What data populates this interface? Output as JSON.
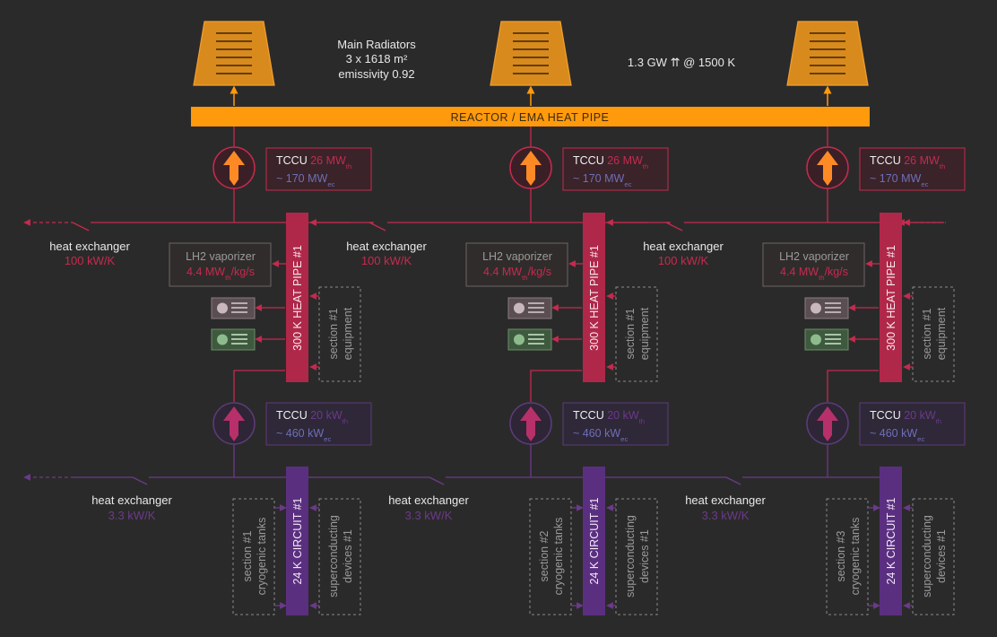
{
  "colors": {
    "background": "#2b2a2a",
    "orange": "#ff9a0d",
    "radiator_fill": "#d98a1c",
    "red_circuit": "#c42b4f",
    "purple_circuit": "#6b3a8a",
    "blue_text": "#6e6fb8",
    "grey": "#9a9a9a"
  },
  "header": {
    "radiators_line1": "Main Radiators",
    "radiators_line2": "3 x 1618 m²",
    "radiators_line3": "emissivity 0.92",
    "power": "1.3 GW ⇈ @ 1500 K"
  },
  "reactor_pipe_label": "REACTOR / EMA HEAT PIPE",
  "tccu_hot": {
    "title": "TCCU",
    "thermal": "26 MW",
    "thermal_sub": "th",
    "electric": "~ 170 MW",
    "electric_sub": "ec"
  },
  "tccu_cold": {
    "title": "TCCU",
    "thermal": "20 kW",
    "thermal_sub": "th",
    "electric": "~ 460 kW",
    "electric_sub": "ec"
  },
  "hx_hot": {
    "title": "heat exchanger",
    "value": "100 kW/K"
  },
  "hx_cold": {
    "title": "heat exchanger",
    "value": "3.3 kW/K"
  },
  "vaporizer": {
    "title": "LH2 vaporizer",
    "value": "4.4 MW",
    "value_sub": "th",
    "value_tail": "/kg/s"
  },
  "heat_pipe_label": "300 K HEAT PIPE #1",
  "equipment_label": [
    "section #1",
    "equipment"
  ],
  "circuit_label": "24 K CIRCUIT #1",
  "superconducting_label": [
    "superconducting",
    "devices #1"
  ],
  "sections": [
    {
      "cryogenic_label": [
        "section #1",
        "cryogenic tanks"
      ]
    },
    {
      "cryogenic_label": [
        "section #2",
        "cryogenic tanks"
      ]
    },
    {
      "cryogenic_label": [
        "section #3",
        "cryogenic tanks"
      ]
    }
  ],
  "icons": {
    "radiator": "radiator-icon",
    "tccu": "heat-pump-arrow-icon",
    "fan": "fan-icon",
    "coil": "coil-icon"
  }
}
